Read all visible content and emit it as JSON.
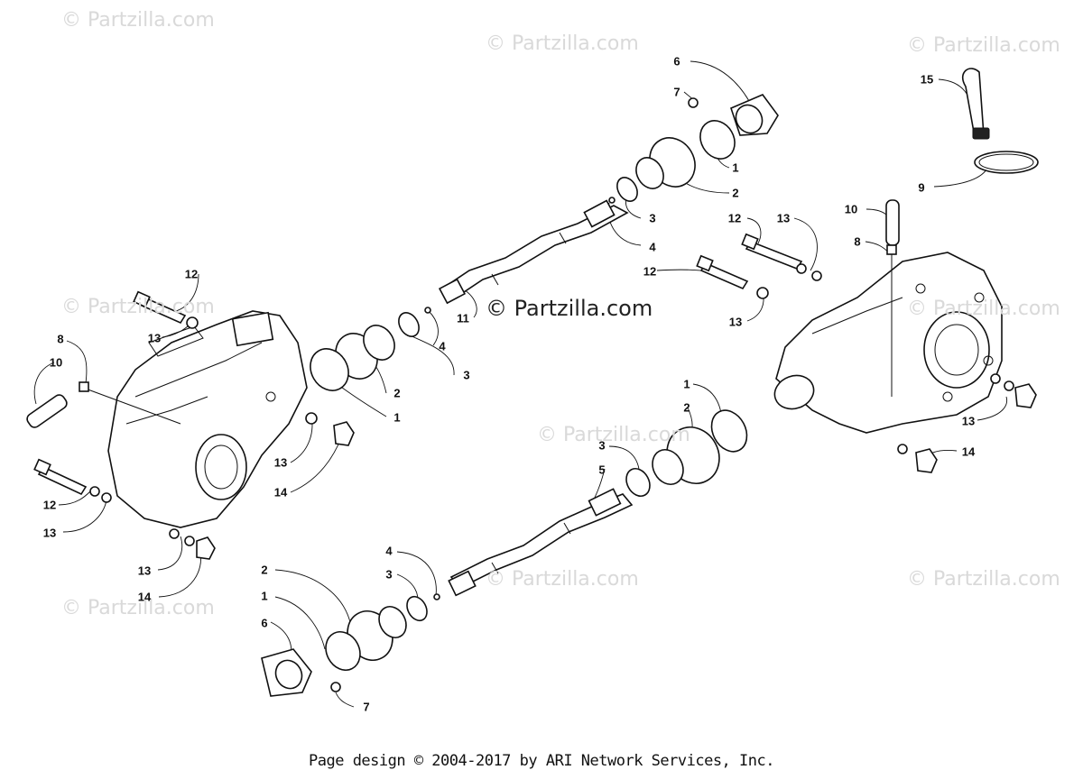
{
  "watermarks": [
    "© Partzilla.com",
    "© Partzilla.com",
    "© Partzilla.com",
    "© Partzilla.com",
    "© Partzilla.com",
    "© Partzilla.com",
    "© Partzilla.com",
    "© Partzilla.com",
    "© Partzilla.com"
  ],
  "center_watermark": "© Partzilla.com",
  "callouts": [
    "6",
    "7",
    "1",
    "2",
    "3",
    "4",
    "15",
    "9",
    "10",
    "12",
    "13",
    "8",
    "12",
    "13",
    "11",
    "4",
    "3",
    "12",
    "13",
    "8",
    "10",
    "2",
    "1",
    "13",
    "14",
    "12",
    "13",
    "13",
    "14",
    "1",
    "2",
    "3",
    "5",
    "13",
    "14",
    "4",
    "3",
    "2",
    "1",
    "6",
    "7"
  ],
  "footer": "Page design © 2004-2017 by ARI Network Services, Inc."
}
